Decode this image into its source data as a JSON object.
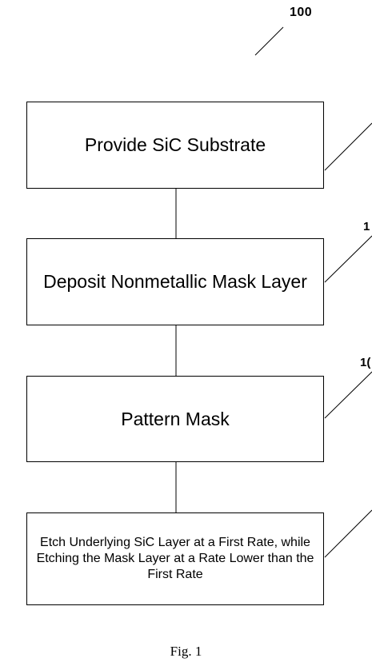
{
  "figure": {
    "ref_number": "100",
    "caption": "Fig. 1"
  },
  "steps": [
    {
      "text": "Provide SiC Substrate",
      "ref": ""
    },
    {
      "text": "Deposit Nonmetallic Mask Layer",
      "ref": "1"
    },
    {
      "text": "Pattern Mask",
      "ref": "1("
    },
    {
      "text": "Etch Underlying SiC Layer at a First Rate, while Etching the Mask Layer at a Rate Lower than the First Rate",
      "ref": ""
    }
  ]
}
